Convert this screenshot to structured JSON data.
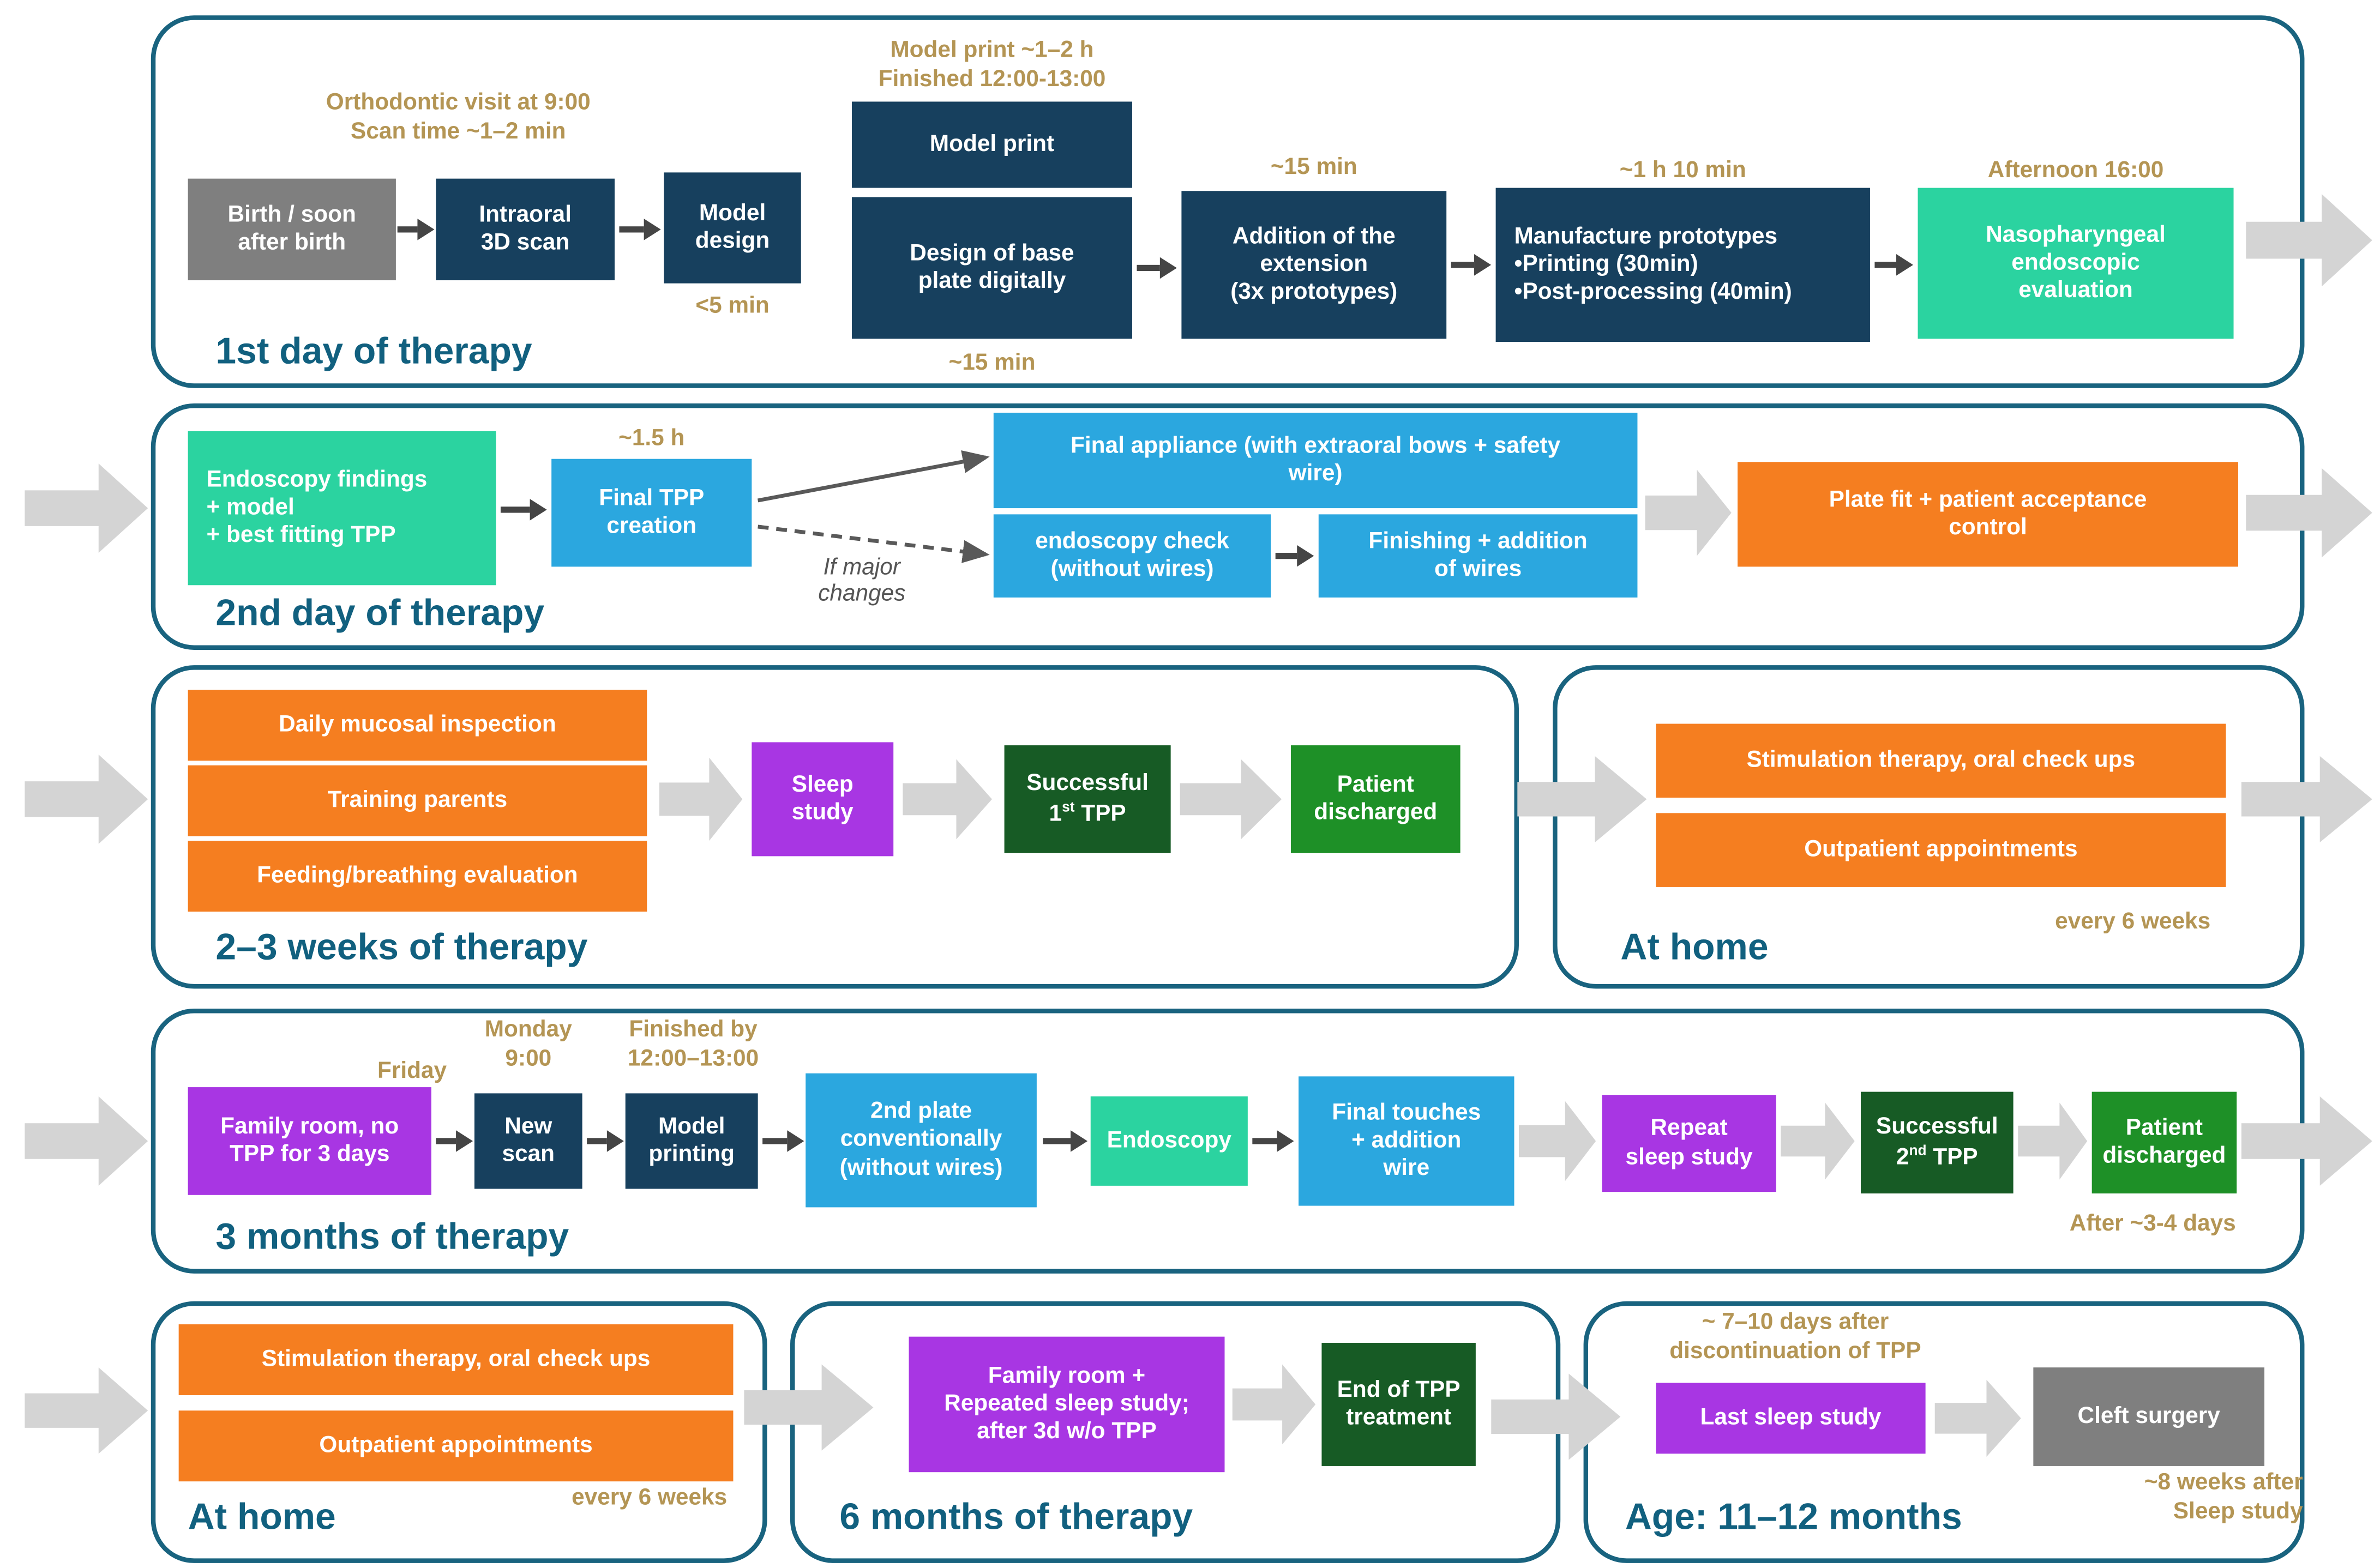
{
  "colors": {
    "dark_navy_box": "#17405e",
    "cyan_box": "#2ba7df",
    "emerald_box": "#2bd3a0",
    "orange_box": "#f57e20",
    "purple_box": "#a836e3",
    "dark_green_box": "#175b25",
    "green_box": "#1e9027",
    "gray_box": "#7f7f7f",
    "annotation_text": "#b49554",
    "container_border": "#19637f",
    "section_title": "#11607f",
    "flow_arrow": "#d4d4d4",
    "small_arrow": "#454545"
  },
  "day1": {
    "title": "1st day of therapy",
    "note_visit": "Orthodontic visit at 9:00\nScan time ~1–2 min",
    "box_birth": "Birth / soon\nafter birth",
    "box_scan": "Intraoral\n3D scan",
    "box_model_design": "Model\ndesign",
    "note_model_design": "<5 min",
    "note_model_print": "Model print ~1–2 h\nFinished 12:00-13:00",
    "box_model_print": "Model print",
    "box_base_plate": "Design of base\nplate digitally",
    "note_base_plate": "~15 min",
    "note_extension": "~15 min",
    "box_extension": "Addition of the\nextension\n(3x prototypes)",
    "note_manufacture": "~1 h 10 min",
    "box_manufacture": "Manufacture prototypes\n•Printing (30min)\n•Post-processing (40min)",
    "note_evaluation": "Afternoon 16:00",
    "box_evaluation": "Nasopharyngeal\nendoscopic\nevaluation"
  },
  "day2": {
    "title": "2nd day of therapy",
    "box_findings": "Endoscopy findings\n+ model\n+ best fitting TPP",
    "note_creation": "~1.5 h",
    "box_creation": "Final TPP\ncreation",
    "label_if_major": "If major\nchanges",
    "box_appliance": "Final appliance (with extraoral bows + safety\nwire)",
    "box_check": "endoscopy check\n(without wires)",
    "box_finishing": "Finishing + addition\nof wires",
    "box_plate_fit": "Plate fit + patient acceptance\ncontrol"
  },
  "weeks": {
    "title": "2–3 weeks of therapy",
    "box_inspection": "Daily mucosal inspection",
    "box_training": "Training parents",
    "box_feeding": "Feeding/breathing evaluation",
    "box_sleep": "Sleep\nstudy",
    "tpp1_pre": "Successful\n1",
    "tpp1_sup": "st",
    "tpp1_post": " TPP",
    "box_discharged": "Patient\ndischarged"
  },
  "home1": {
    "title": "At home",
    "box_stimulation": "Stimulation therapy, oral check ups",
    "box_outpatient": "Outpatient appointments",
    "note_every": "every 6 weeks"
  },
  "months3": {
    "title": "3 months of therapy",
    "note_friday": "Friday",
    "box_family": "Family room, no\nTPP for 3 days",
    "note_monday": "Monday\n9:00",
    "box_new_scan": "New\nscan",
    "note_finished": "Finished by\n12:00–13:00",
    "box_printing": "Model\nprinting",
    "box_plate2": "2nd plate\nconventionally\n(without wires)",
    "box_endoscopy": "Endoscopy",
    "box_touches": "Final touches\n+ addition\nwire",
    "box_repeat": "Repeat\nsleep study",
    "tpp2_pre": "Successful\n2",
    "tpp2_sup": "nd",
    "tpp2_post": " TPP",
    "box_discharged": "Patient\ndischarged",
    "note_after": "After ~3-4 days"
  },
  "home2": {
    "title": "At home",
    "box_stimulation": "Stimulation therapy, oral check ups",
    "box_outpatient": "Outpatient appointments",
    "note_every": "every 6 weeks"
  },
  "months6": {
    "title": "6 months of therapy",
    "box_family": "Family room +\nRepeated sleep study;\nafter 3d w/o TPP",
    "box_end": "End of TPP\ntreatment"
  },
  "age11": {
    "title": "Age: 11–12 months",
    "note_days": "~ 7–10 days after\ndiscontinuation of TPP",
    "box_sleep": "Last sleep study",
    "box_surgery": "Cleft surgery",
    "note_weeks": "~8 weeks after\nSleep study"
  }
}
